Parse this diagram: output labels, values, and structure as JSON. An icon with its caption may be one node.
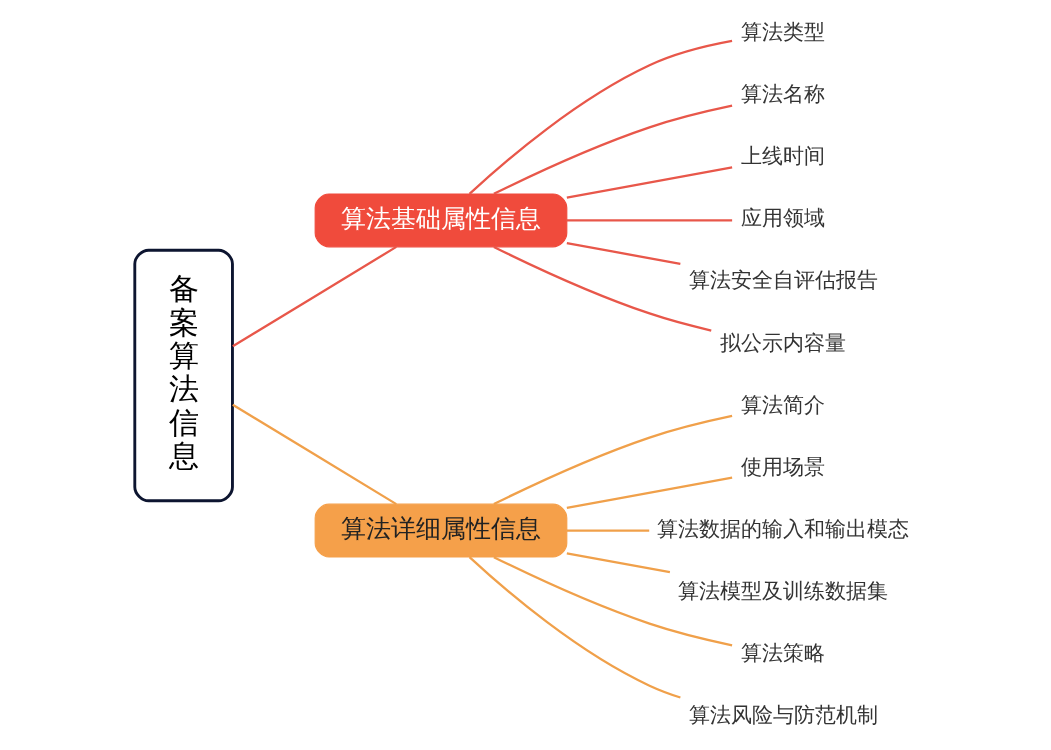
{
  "diagram": {
    "nodes": [
      {
        "text": [
          "备案算法信息"
        ]
      },
      {
        "text": [
          "算法基础属性信息"
        ]
      },
      {
        "text": [
          "算法详细属性信息"
        ]
      },
      {
        "text": [
          "算法类型"
        ]
      },
      {
        "text": [
          "算法名称"
        ]
      },
      {
        "text": [
          "上线时间"
        ]
      },
      {
        "text": [
          "应用领域"
        ]
      },
      {
        "text": [
          "算法安全自评估报告"
        ]
      },
      {
        "text": [
          "拟公示内容量"
        ]
      },
      {
        "text": [
          "算法简介"
        ]
      },
      {
        "text": [
          "使用场景"
        ]
      },
      {
        "text": [
          "算法数据的输入和输出模态"
        ]
      },
      {
        "text": [
          "算法模型及训练数据集"
        ]
      },
      {
        "text": [
          "算法策略"
        ]
      },
      {
        "text": [
          "算法风险与防范机制"
        ]
      }
    ],
    "edges": [
      {
        "from": 0,
        "to": 1,
        "arrow": "none",
        "color": "#e8574a"
      },
      {
        "from": 0,
        "to": 2,
        "arrow": "none",
        "color": "#f0a04a"
      },
      {
        "from": 1,
        "to": 3,
        "arrow": "none",
        "color": "#e8574a"
      },
      {
        "from": 1,
        "to": 4,
        "arrow": "none",
        "color": "#e8574a"
      },
      {
        "from": 1,
        "to": 5,
        "arrow": "none",
        "color": "#e8574a"
      },
      {
        "from": 1,
        "to": 6,
        "arrow": "none",
        "color": "#e8574a"
      },
      {
        "from": 1,
        "to": 7,
        "arrow": "none",
        "color": "#e8574a"
      },
      {
        "from": 1,
        "to": 8,
        "arrow": "none",
        "color": "#e8574a"
      },
      {
        "from": 2,
        "to": 9,
        "arrow": "none",
        "color": "#f0a04a"
      },
      {
        "from": 2,
        "to": 10,
        "arrow": "none",
        "color": "#f0a04a"
      },
      {
        "from": 2,
        "to": 11,
        "arrow": "none",
        "color": "#f0a04a"
      },
      {
        "from": 2,
        "to": 12,
        "arrow": "none",
        "color": "#f0a04a"
      },
      {
        "from": 2,
        "to": 13,
        "arrow": "none",
        "color": "#f0a04a"
      },
      {
        "from": 2,
        "to": 14,
        "arrow": "none",
        "color": "#f0a04a"
      }
    ]
  }
}
